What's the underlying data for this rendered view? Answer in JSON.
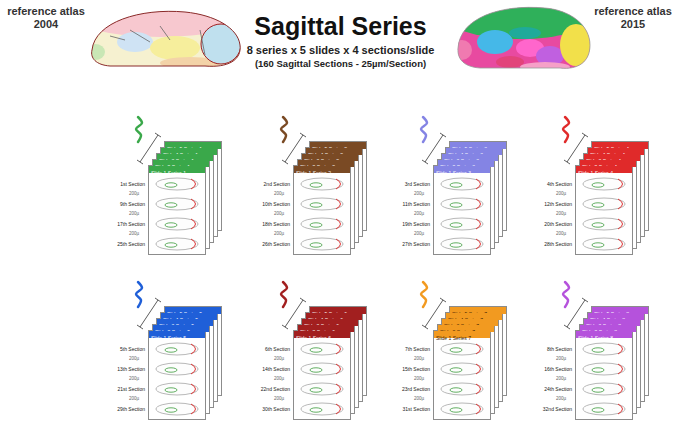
{
  "diagram": {
    "title": "Sagittal Series",
    "nodes": [
      {
        "text": [
          "Slide 5 Series 1"
        ]
      },
      {
        "text": [
          "Slide 4 Series 1"
        ]
      },
      {
        "text": [
          "Slide 3 Series 1"
        ]
      },
      {
        "text": [
          "Slide 2 Series 1"
        ]
      },
      {
        "text": [
          "Slide 1 Series 1"
        ]
      },
      {
        "text": [
          "Slide 5 Series 2"
        ]
      },
      {
        "text": [
          "Slide 4 Series 2"
        ]
      },
      {
        "text": [
          "Slide 3 Series 2"
        ]
      },
      {
        "text": [
          "Slide 2 Series 2"
        ]
      },
      {
        "text": [
          "Slide 1 Series 2"
        ]
      },
      {
        "text": [
          "Slide 5 Series 3"
        ]
      },
      {
        "text": [
          "Slide 4 Series 3"
        ]
      },
      {
        "text": [
          "Slide 3 Series 3"
        ]
      },
      {
        "text": [
          "Slide 2 Series 3"
        ]
      },
      {
        "text": [
          "Slide 1 Series 3"
        ]
      },
      {
        "text": [
          "Slide 5 Series 4"
        ]
      },
      {
        "text": [
          "Slide 4 Series 4"
        ]
      },
      {
        "text": [
          "Slide 3 Series 4"
        ]
      },
      {
        "text": [
          "Slide 2 Series 4"
        ]
      },
      {
        "text": [
          "Slide 1 Series 4"
        ]
      },
      {
        "text": [
          "Slide 5 Series 5"
        ]
      },
      {
        "text": [
          "Slide 4 Series 5"
        ]
      },
      {
        "text": [
          "Slide 3 Series 5"
        ]
      },
      {
        "text": [
          "Slide 2 Series 5"
        ]
      },
      {
        "text": [
          "Slide 1 Series 5"
        ]
      },
      {
        "text": [
          "Slide 5 Series 6"
        ]
      },
      {
        "text": [
          "Slide 4 Series 6"
        ]
      },
      {
        "text": [
          "Slide 3 Series 6"
        ]
      },
      {
        "text": [
          "Slide 2 Series 6"
        ]
      },
      {
        "text": [
          "Slide 1 Series 6"
        ]
      },
      {
        "text": [
          "Slide 5 Series 7"
        ]
      },
      {
        "text": [
          "Slide 4 Series 7"
        ]
      },
      {
        "text": [
          "Slide 3 Series 7"
        ]
      },
      {
        "text": [
          "Slide 2 Series 7"
        ]
      },
      {
        "text": [
          "Slide 1 Series 7"
        ]
      },
      {
        "text": [
          "Slide 5 Series 8"
        ]
      },
      {
        "text": [
          "Slide 4 Series 8"
        ]
      },
      {
        "text": [
          "Slide 3 Series 8"
        ]
      },
      {
        "text": [
          "Slide 2 Series 8"
        ]
      },
      {
        "text": [
          "Slide 1 Series 8"
        ]
      }
    ],
    "labels": [
      "reference atlas 2004",
      "reference atlas 2015",
      "8 series x 5 slides x 4 sections/slide",
      "(160 Sagittal Sections - 25µm/Section)",
      "1st Section",
      "200µ",
      "9th Section",
      "200µ",
      "17th Section",
      "200µ",
      "25th Section",
      "2nd Section",
      "200µ",
      "10th Section",
      "200µ",
      "18th Section",
      "200µ",
      "26th Section",
      "3rd Section",
      "200µ",
      "11th Section",
      "200µ",
      "19th Section",
      "200µ",
      "27th Section",
      "4th Section",
      "200µ",
      "12th Section",
      "200µ",
      "20th Section",
      "200µ",
      "28th Section",
      "5th Section",
      "200µ",
      "13th Section",
      "200µ",
      "21st Section",
      "200µ",
      "29th Section",
      "6th Section",
      "200µ",
      "14th Section",
      "200µ",
      "22nd Section",
      "200µ",
      "30th Section",
      "7th Section",
      "200µ",
      "15th Section",
      "200µ",
      "23rd Section",
      "200µ",
      "31st Section",
      "8th Section",
      "200µ",
      "16th Section",
      "200µ",
      "24th Section",
      "200µ",
      "32nd Section"
    ]
  }
}
